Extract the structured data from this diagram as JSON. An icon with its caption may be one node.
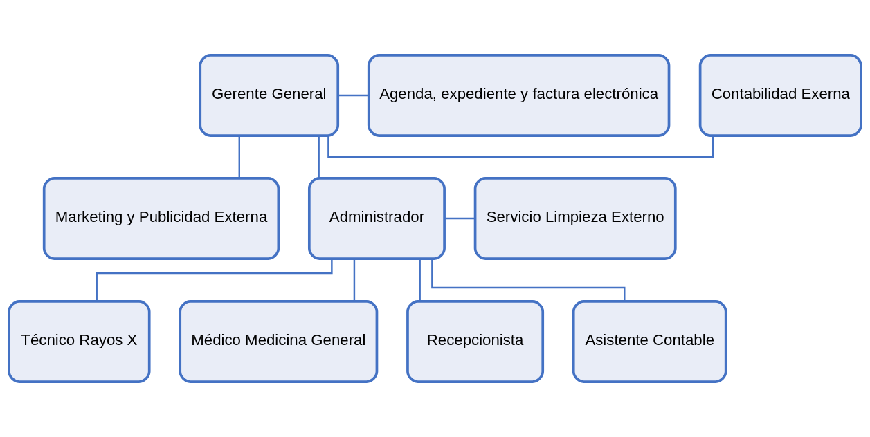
{
  "diagram": {
    "nodes": [
      {
        "text": [
          "Contabilidad Exerna"
        ]
      },
      {
        "text": [
          "Gerente General"
        ]
      },
      {
        "text": [
          "Agenda, expediente y factura electrónica"
        ]
      },
      {
        "text": [
          "Marketing y Publicidad Externa"
        ]
      },
      {
        "text": [
          "Administrador"
        ]
      },
      {
        "text": [
          "Servicio Limpieza Externo"
        ]
      },
      {
        "text": [
          "Técnico Rayos X"
        ]
      },
      {
        "text": [
          "Médico Medicina General"
        ]
      },
      {
        "text": [
          "Recepcionista"
        ]
      },
      {
        "text": [
          "Asistente Contable"
        ]
      }
    ],
    "edges": [
      {
        "from": 1,
        "to": 0,
        "arrow": "none"
      },
      {
        "from": 1,
        "to": 2,
        "arrow": "none"
      },
      {
        "from": 1,
        "to": 3,
        "arrow": "none"
      },
      {
        "from": 1,
        "to": 4,
        "arrow": "none"
      },
      {
        "from": 4,
        "to": 5,
        "arrow": "none"
      },
      {
        "from": 4,
        "to": 6,
        "arrow": "none"
      },
      {
        "from": 4,
        "to": 7,
        "arrow": "none"
      },
      {
        "from": 4,
        "to": 8,
        "arrow": "none"
      },
      {
        "from": 4,
        "to": 9,
        "arrow": "none"
      }
    ]
  }
}
